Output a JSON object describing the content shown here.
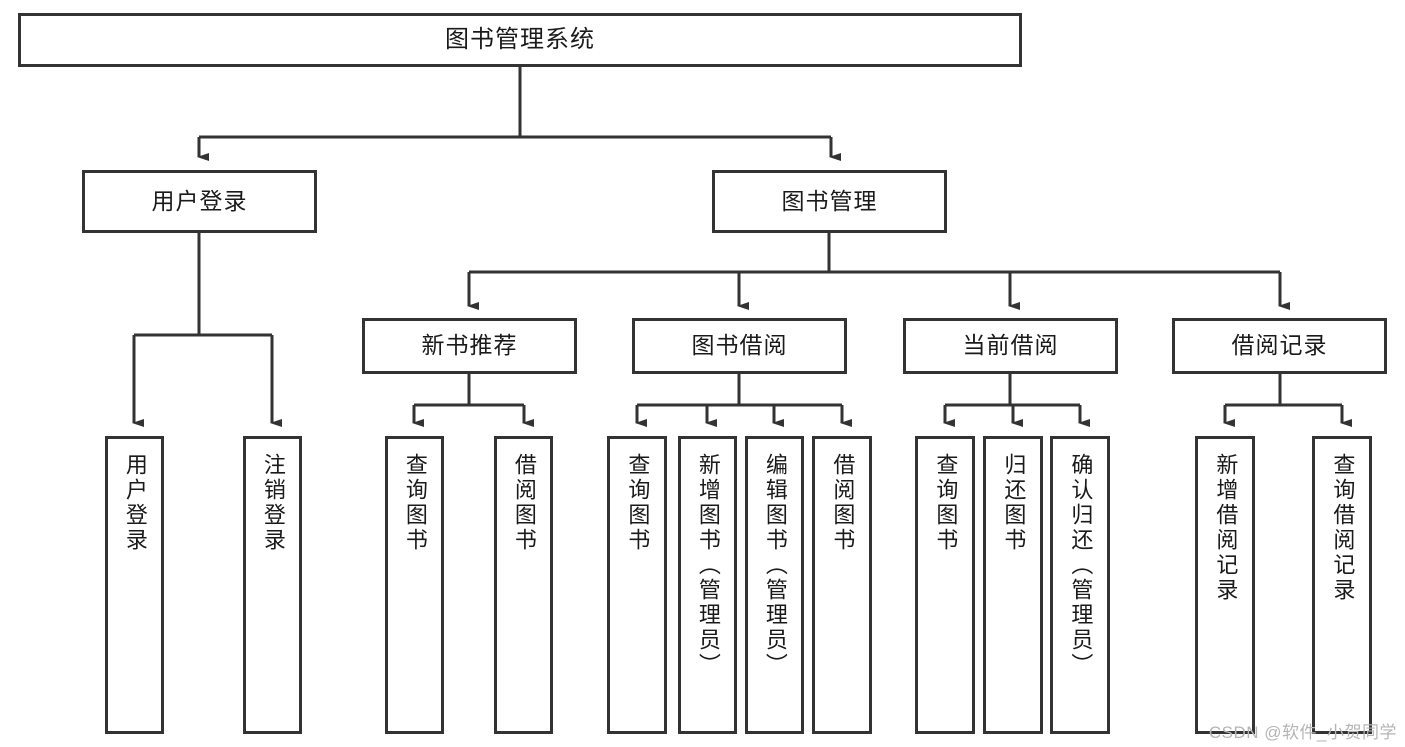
{
  "diagram": {
    "title": "图书管理系统",
    "watermark": "CSDN @软件_小贺同学",
    "line_color": "#333333",
    "box_fill": "#ffffff",
    "text_color": "#1a1a1a",
    "watermark_color": "#b5b5b5",
    "levels": {
      "root": {
        "label": "图书管理系统"
      },
      "level2": [
        {
          "label": "用户登录"
        },
        {
          "label": "图书管理"
        }
      ],
      "level3": [
        {
          "label": "新书推荐"
        },
        {
          "label": "图书借阅"
        },
        {
          "label": "当前借阅"
        },
        {
          "label": "借阅记录"
        }
      ],
      "leaves": {
        "user_login": [
          {
            "label": "用户登录"
          },
          {
            "label": "注销登录"
          }
        ],
        "new_book_recommend": [
          {
            "label": "查询图书"
          },
          {
            "label": "借阅图书"
          }
        ],
        "book_borrow": [
          {
            "label": "查询图书"
          },
          {
            "label": "新增图书（管理员）"
          },
          {
            "label": "编辑图书（管理员）"
          },
          {
            "label": "借阅图书"
          }
        ],
        "current_borrow": [
          {
            "label": "查询图书"
          },
          {
            "label": "归还图书"
          },
          {
            "label": "确认归还（管理员）"
          }
        ],
        "borrow_record": [
          {
            "label": "新增借阅记录"
          },
          {
            "label": "查询借阅记录"
          }
        ]
      }
    }
  }
}
